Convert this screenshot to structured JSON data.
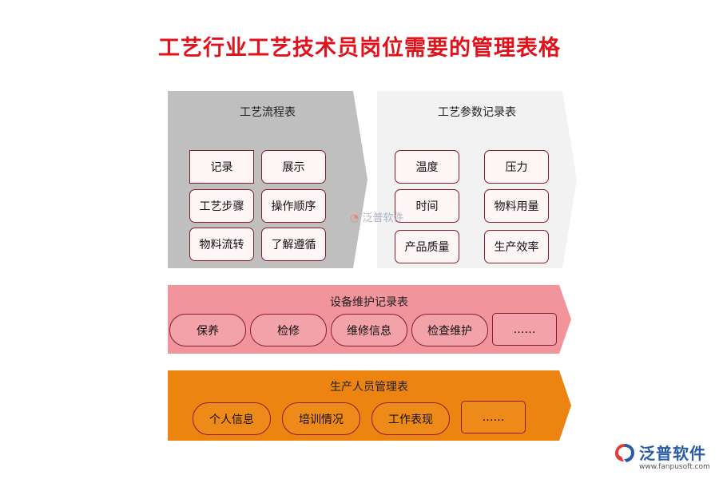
{
  "title": "工艺行业工艺技术员岗位需要的管理表格",
  "panels": {
    "process": {
      "title": "工艺流程表",
      "items": [
        "记录",
        "展示",
        "工艺步骤",
        "操作顺序",
        "物料流转",
        "了解遵循"
      ]
    },
    "params": {
      "title": "工艺参数记录表",
      "items": [
        "温度",
        "压力",
        "时间",
        "物料用量",
        "产品质量",
        "生产效率"
      ]
    },
    "equipment": {
      "title": "设备维护记录表",
      "items": [
        "保养",
        "检修",
        "维修信息",
        "检查维护",
        "……"
      ]
    },
    "personnel": {
      "title": "生产人员管理表",
      "items": [
        "个人信息",
        "培训情况",
        "工作表现",
        "……"
      ]
    }
  },
  "colors": {
    "title": "#e0121b",
    "process_bg": "#bfbfbf",
    "params_bg": "#f2f2f2",
    "equipment_bg": "#f1949c",
    "personnel_bg": "#ee8410"
  },
  "watermark": "泛普软件",
  "logo": {
    "text": "泛普软件",
    "url": "www.fanpusoft.com"
  }
}
